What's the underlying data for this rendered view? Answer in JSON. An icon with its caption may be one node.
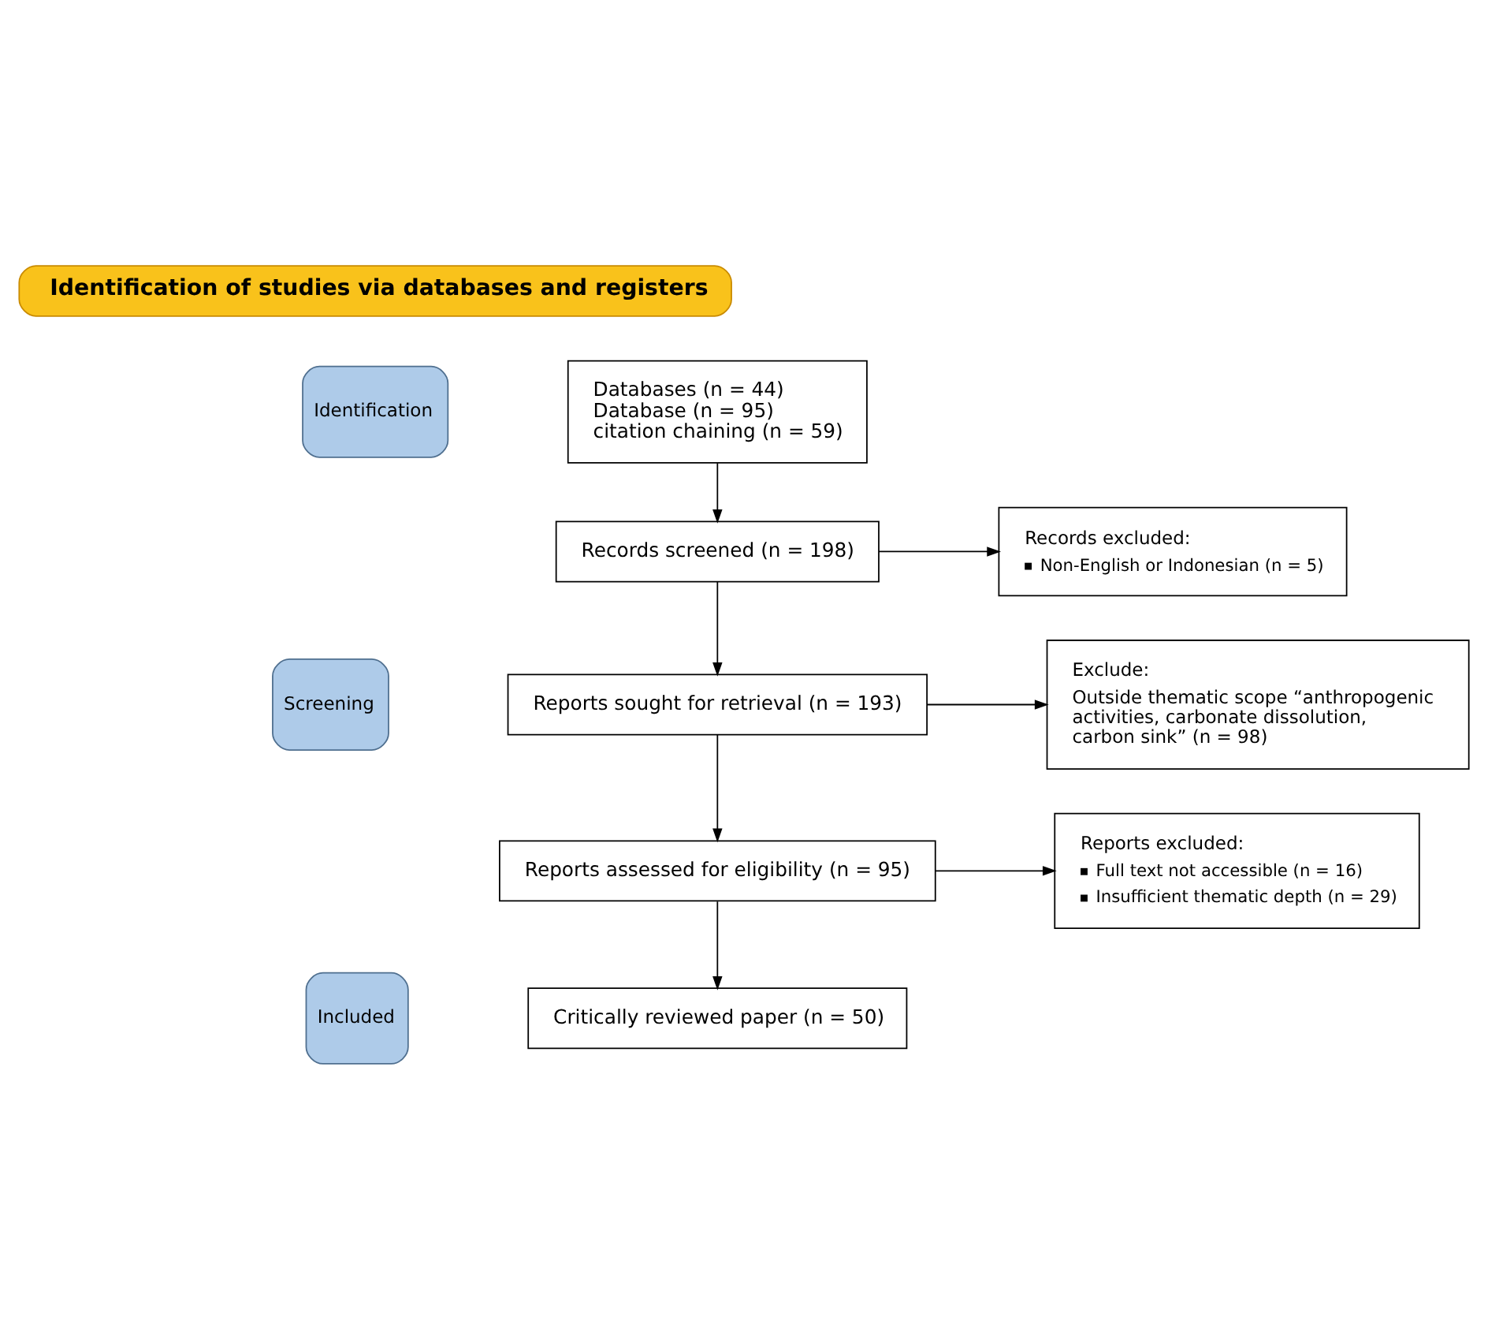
{
  "diagram": {
    "nodes": [
      {
        "text": [
          "Identification of studies via databases and registers"
        ]
      },
      {
        "text": [
          "Identification"
        ]
      },
      {
        "text": [
          "Databases (n = 44)",
          "Database (n = 95)",
          "citation chaining (n = 59)"
        ]
      },
      {
        "text": [
          "Screening"
        ]
      },
      {
        "text": [
          "Records screened (n = 198)"
        ]
      },
      {
        "text": [
          "Records excluded:",
          "Non-English or Indonesian (n = 5)"
        ]
      },
      {
        "text": [
          "Reports sought for retrieval (n = 193)"
        ]
      },
      {
        "text": [
          "Exclude:",
          "Outside thematic scope “anthropogenic activities, carbonate dissolution, carbon sink” (n = 98)"
        ]
      },
      {
        "text": [
          "Reports assessed for eligibility (n = 95)"
        ]
      },
      {
        "text": [
          "Reports excluded:",
          "Full text not accessible (n = 16)",
          "Insufficient thematic depth (n = 29)"
        ]
      },
      {
        "text": [
          "Included"
        ]
      },
      {
        "text": [
          "Critically reviewed paper (n = 50)"
        ]
      }
    ],
    "edges": [
      {
        "from": 2,
        "to": 4,
        "arrow": "to"
      },
      {
        "from": 4,
        "to": 5,
        "arrow": "to"
      },
      {
        "from": 4,
        "to": 6,
        "arrow": "to"
      },
      {
        "from": 6,
        "to": 7,
        "arrow": "to"
      },
      {
        "from": 6,
        "to": 8,
        "arrow": "to"
      },
      {
        "from": 8,
        "to": 9,
        "arrow": "to"
      },
      {
        "from": 8,
        "to": 11,
        "arrow": "to"
      }
    ]
  }
}
